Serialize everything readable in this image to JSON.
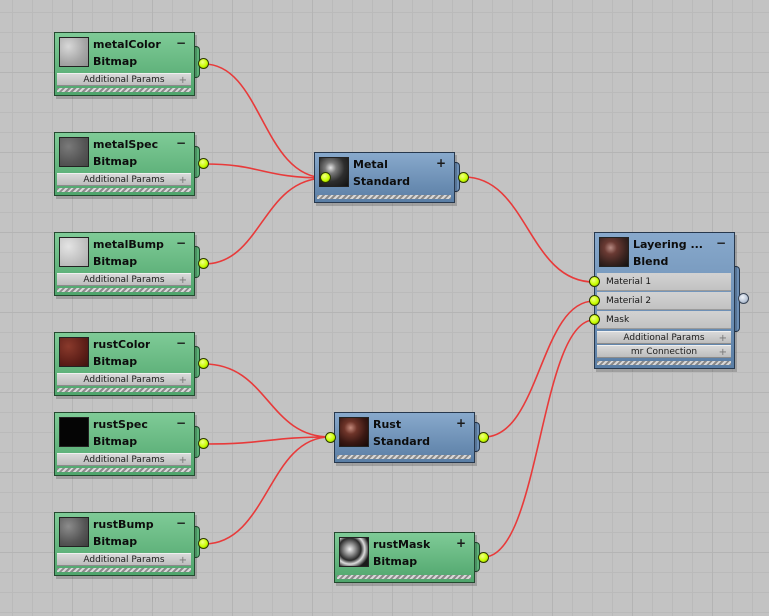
{
  "nodes": {
    "metalColor": {
      "title": "metalColor",
      "type": "Bitmap",
      "params": "Additional Params",
      "toggle": "−"
    },
    "metalSpec": {
      "title": "metalSpec",
      "type": "Bitmap",
      "params": "Additional Params",
      "toggle": "−"
    },
    "metalBump": {
      "title": "metalBump",
      "type": "Bitmap",
      "params": "Additional Params",
      "toggle": "−"
    },
    "rustColor": {
      "title": "rustColor",
      "type": "Bitmap",
      "params": "Additional Params",
      "toggle": "−"
    },
    "rustSpec": {
      "title": "rustSpec",
      "type": "Bitmap",
      "params": "Additional Params",
      "toggle": "−"
    },
    "rustBump": {
      "title": "rustBump",
      "type": "Bitmap",
      "params": "Additional Params",
      "toggle": "−"
    },
    "metal": {
      "title": "Metal",
      "type": "Standard",
      "toggle": "+"
    },
    "rust": {
      "title": "Rust",
      "type": "Standard",
      "toggle": "+"
    },
    "rustMask": {
      "title": "rustMask",
      "type": "Bitmap",
      "toggle": "+"
    },
    "layering": {
      "title": "Layering ...",
      "type": "Blend",
      "toggle": "−",
      "slots": [
        "Material 1",
        "Material 2",
        "Mask"
      ],
      "params": [
        "Additional Params",
        "mr Connection"
      ]
    }
  },
  "colors": {
    "wire": "#e83a3a",
    "map_node": "#5fb37b",
    "material_node": "#6f92b9",
    "socket": "#c9ff00"
  },
  "icons": {
    "collapse": "minus-icon",
    "expand": "plus-icon"
  }
}
